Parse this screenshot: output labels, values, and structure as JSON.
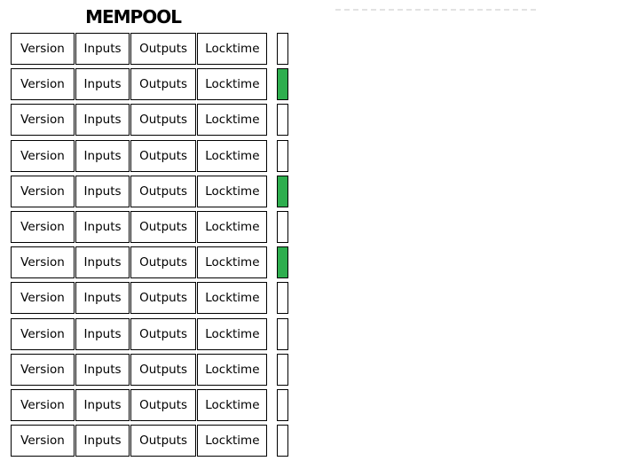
{
  "title": "MEMPOOL",
  "fields": [
    "Version",
    "Inputs",
    "Outputs",
    "Locktime"
  ],
  "rows": [
    {
      "status_color": "white"
    },
    {
      "status_color": "green"
    },
    {
      "status_color": "white"
    },
    {
      "status_color": "white"
    },
    {
      "status_color": "green"
    },
    {
      "status_color": "white"
    },
    {
      "status_color": "green"
    },
    {
      "status_color": "white"
    },
    {
      "status_color": "white"
    },
    {
      "status_color": "white"
    },
    {
      "status_color": "white"
    },
    {
      "status_color": "white"
    }
  ],
  "colors": {
    "green": "#2eae4e",
    "white": "#ffffff",
    "border": "#000000",
    "dashed_line": "#e2e2e2"
  }
}
